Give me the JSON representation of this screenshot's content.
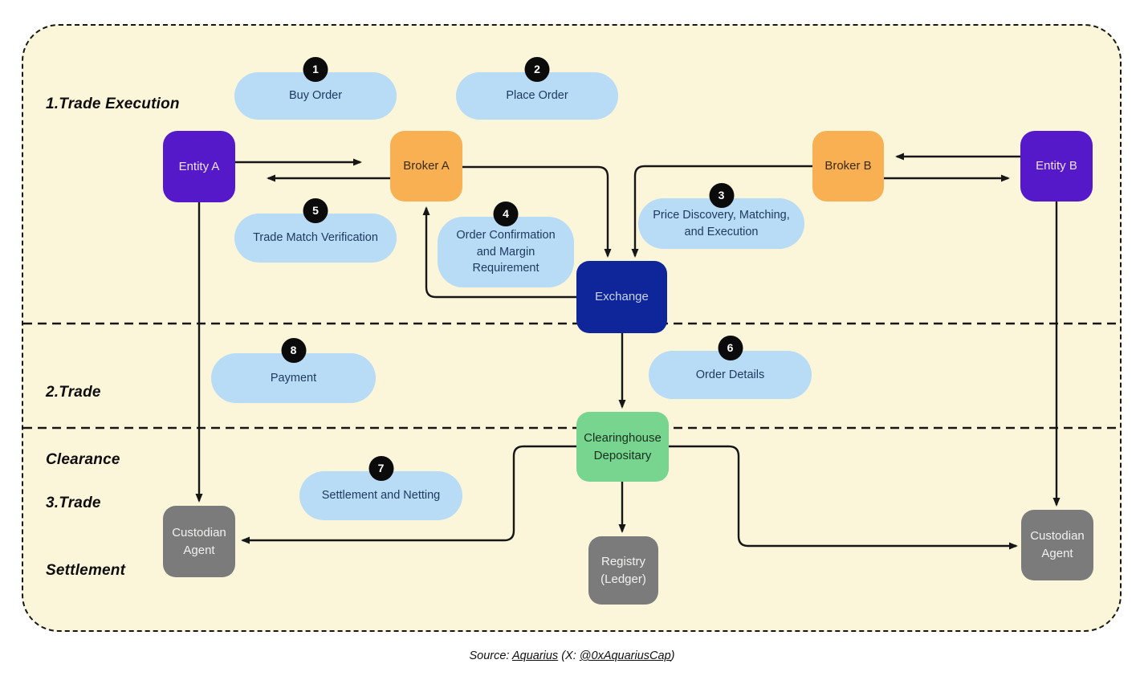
{
  "sections": {
    "s1": {
      "line1": "1.Trade Execution",
      "line2": ""
    },
    "s2": {
      "line1": "2.Trade",
      "line2": "Clearance"
    },
    "s3": {
      "line1": "3.Trade",
      "line2": "Settlement"
    }
  },
  "nodes": {
    "entity_a": {
      "label": "Entity A"
    },
    "broker_a": {
      "label": "Broker A"
    },
    "broker_b": {
      "label": "Broker B"
    },
    "entity_b": {
      "label": "Entity B"
    },
    "exchange": {
      "label": "Exchange"
    },
    "clearinghouse": {
      "label": "Clearinghouse Depositary"
    },
    "registry": {
      "label": "Registry (Ledger)"
    },
    "custodian_left": {
      "label": "Custodian Agent"
    },
    "custodian_right": {
      "label": "Custodian Agent"
    }
  },
  "steps": {
    "step1": {
      "number": "1",
      "label": "Buy Order"
    },
    "step2": {
      "number": "2",
      "label": "Place Order"
    },
    "step3": {
      "number": "3",
      "label": "Price Discovery, Matching, and Execution"
    },
    "step4": {
      "number": "4",
      "label": "Order Confirmation and Margin Requirement"
    },
    "step5": {
      "number": "5",
      "label": "Trade Match Verification"
    },
    "step6": {
      "number": "6",
      "label": "Order Details"
    },
    "step7": {
      "number": "7",
      "label": "Settlement and Netting"
    },
    "step8": {
      "number": "8",
      "label": "Payment"
    }
  },
  "footer": {
    "prefix": "Source: ",
    "link1": "Aquarius",
    "middle": " (X: ",
    "link2": "@0xAquariusCap",
    "suffix": ")"
  },
  "colors": {
    "panel_background": "#FBF6DA",
    "entity_purple": "#5519CA",
    "broker_orange": "#F8B053",
    "exchange_navy": "#0E2699",
    "clearinghouse_green": "#77D58F",
    "agent_gray": "#7B7B7B",
    "step_pill_blue": "#B8DBF6",
    "step_text": "#1C3A5F",
    "badge_black": "#0B0B0B",
    "line_black": "#161616"
  }
}
